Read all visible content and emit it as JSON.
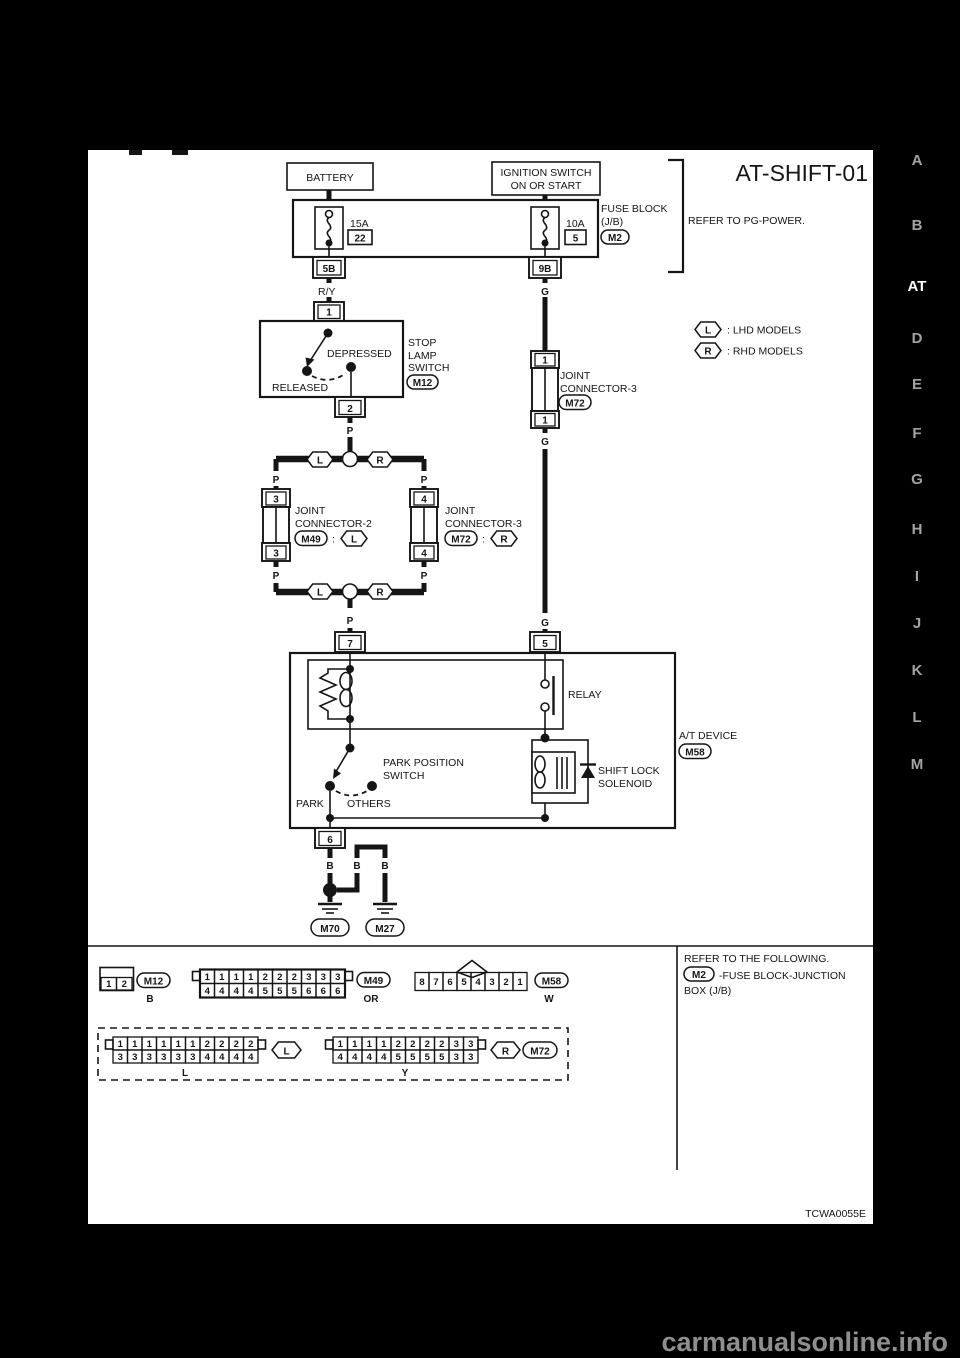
{
  "title": "AT-SHIFT-01",
  "refer_pg": "REFER TO PG-POWER.",
  "sidebar": {
    "tabs": [
      "A",
      "B",
      "AT",
      "D",
      "E",
      "F",
      "G",
      "H",
      "I",
      "J",
      "K",
      "L",
      "M"
    ]
  },
  "wires": {
    "ry": "R/Y",
    "g": "G",
    "p": "P",
    "b": "B"
  },
  "power": {
    "battery": "BATTERY",
    "ignition_line1": "IGNITION SWITCH",
    "ignition_line2": "ON OR START",
    "fuse_block_line1": "FUSE BLOCK",
    "fuse_block_line2": "(J/B)",
    "fuse_block_conn": "M2",
    "fuse1_amp": "15A",
    "fuse1_no": "22",
    "fuse2_amp": "10A",
    "fuse2_no": "5",
    "pin_5b": "5B",
    "pin_9b": "9B"
  },
  "legend": {
    "hex_l": "L",
    "l_text": ": LHD MODELS",
    "hex_r": "R",
    "r_text": ": RHD MODELS"
  },
  "stop_lamp": {
    "pin_in": "1",
    "pin_out": "2",
    "depressed": "DEPRESSED",
    "released": "RELEASED",
    "name1": "STOP",
    "name2": "LAMP",
    "name3": "SWITCH",
    "conn": "M12"
  },
  "jc_right": {
    "pin_top": "1",
    "pin_bottom": "1",
    "name1": "JOINT",
    "name2": "CONNECTOR-3",
    "conn": "M72"
  },
  "split": {
    "hex_l": "L",
    "hex_r": "R",
    "jc2": {
      "pin_top": "3",
      "pin_bottom": "3",
      "name1": "JOINT",
      "name2": "CONNECTOR-2",
      "conn": "M49",
      "colon": ":",
      "hex": "L"
    },
    "jc3": {
      "pin_top": "4",
      "pin_bottom": "4",
      "name1": "JOINT",
      "name2": "CONNECTOR-3",
      "conn": "M72",
      "colon": ":",
      "hex": "R"
    }
  },
  "at_device": {
    "pin7": "7",
    "pin5": "5",
    "pin6": "6",
    "relay": "RELAY",
    "park_line1": "PARK POSITION",
    "park_line2": "SWITCH",
    "park": "PARK",
    "others": "OTHERS",
    "solenoid_line1": "SHIFT LOCK",
    "solenoid_line2": "SOLENOID",
    "name": "A/T DEVICE",
    "conn": "M58"
  },
  "ground": {
    "gnd1": "M70",
    "gnd2": "M27"
  },
  "footer": {
    "refer": "REFER TO THE FOLLOWING.",
    "m2": "M2",
    "m2_text1": "-FUSE BLOCK-JUNCTION",
    "m2_text2": "BOX (J/B)",
    "code": "TCWA0055E"
  },
  "connector_legend": {
    "m12": {
      "label": "M12",
      "color": "B",
      "rows": [
        [
          "1",
          "2"
        ]
      ]
    },
    "m49": {
      "label": "M49",
      "color": "OR",
      "rows": [
        [
          "1",
          "1",
          "1",
          "1",
          "2",
          "2",
          "2",
          "3",
          "3",
          "3"
        ],
        [
          "4",
          "4",
          "4",
          "4",
          "5",
          "5",
          "5",
          "6",
          "6",
          "6"
        ]
      ]
    },
    "m58": {
      "label": "M58",
      "color": "W",
      "rows": [
        [
          "8",
          "7",
          "6",
          "5",
          "4",
          "3",
          "2",
          "1"
        ]
      ]
    },
    "l_conn": {
      "color": "L",
      "hex": "L",
      "rows": [
        [
          "1",
          "1",
          "1",
          "1",
          "1",
          "1",
          "2",
          "2",
          "2",
          "2"
        ],
        [
          "3",
          "3",
          "3",
          "3",
          "3",
          "3",
          "4",
          "4",
          "4",
          "4"
        ]
      ]
    },
    "y_conn": {
      "color": "Y",
      "hex": "R",
      "label": "M72",
      "rows": [
        [
          "1",
          "1",
          "1",
          "1",
          "2",
          "2",
          "2",
          "2",
          "3",
          "3"
        ],
        [
          "4",
          "4",
          "4",
          "4",
          "5",
          "5",
          "5",
          "5",
          "3",
          "3"
        ]
      ]
    }
  },
  "watermark": "carmanualsonline.info"
}
